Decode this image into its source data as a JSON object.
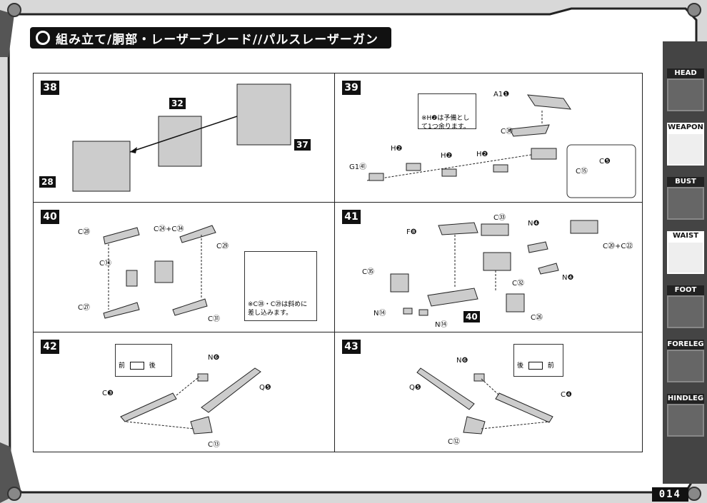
{
  "header": {
    "title": "組み立て/胴部・レーザーブレード//パルスレーザーガン"
  },
  "steps": {
    "s38": {
      "number": "38",
      "labels": [
        "32",
        "37",
        "28"
      ]
    },
    "s39": {
      "number": "39",
      "note": "※H❷は予備として1つ余ります。",
      "labels": [
        "A1❶",
        "C㉚",
        "H❷",
        "H❷",
        "H❷",
        "G1㊶",
        "C⑮",
        "C❺"
      ]
    },
    "s40": {
      "number": "40",
      "note": "※C㉘・C㉙は斜めに差し込みます。",
      "labels": [
        "C㉘",
        "C㉔+C㉞",
        "C㉙",
        "C⑭",
        "C㉗",
        "C㉛"
      ]
    },
    "s41": {
      "number": "41",
      "labels": [
        "C㉝",
        "F❽",
        "N❹",
        "C⑳+C㉒",
        "C㉟",
        "C㉜",
        "N❹",
        "N⑭",
        "N⑭",
        "C㉖"
      ],
      "ref_tag": "40"
    },
    "s42": {
      "number": "42",
      "note_left": "前",
      "note_right": "後",
      "labels": [
        "N❻",
        "C❸",
        "Q❺",
        "C⑬"
      ]
    },
    "s43": {
      "number": "43",
      "note_left": "後",
      "note_right": "前",
      "labels": [
        "N❻",
        "C❹",
        "Q❺",
        "C⑫"
      ]
    }
  },
  "sidebar": {
    "tabs": [
      {
        "label": "HEAD",
        "active": false
      },
      {
        "label": "WEAPON",
        "active": true
      },
      {
        "label": "BUST",
        "active": false
      },
      {
        "label": "WAIST",
        "active": true
      },
      {
        "label": "FOOT",
        "active": false
      },
      {
        "label": "FORELEG",
        "active": false
      },
      {
        "label": "HINDLEG",
        "active": false
      }
    ]
  },
  "footer": {
    "page": "014"
  }
}
